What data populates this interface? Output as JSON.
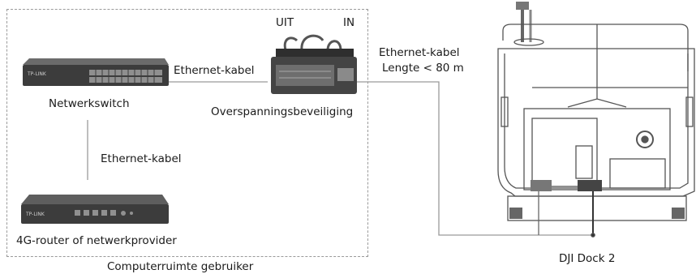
{
  "labels": {
    "uit": "UIT",
    "in": "IN",
    "ethernet_kabel_top": "Ethernet-kabel",
    "ethernet_kabel_right": "Ethernet-kabel",
    "lengte": "Lengte < 80 m",
    "netwerkswitch": "Netwerkswitch",
    "overspanning": "Overspanningsbeveiliging",
    "ethernet_kabel_vertical": "Ethernet-kabel",
    "router": "4G-router of netwerkprovider",
    "computerruimte": "Computerruimte gebruiker",
    "dock": "DJI Dock 2"
  },
  "device_text": {
    "switch_brand": "TP-LINK",
    "router_brand": "TP-LINK"
  },
  "colors": {
    "line": "#9a9a9a",
    "device_dark": "#3c3c3c",
    "dock_outline": "#555555"
  }
}
